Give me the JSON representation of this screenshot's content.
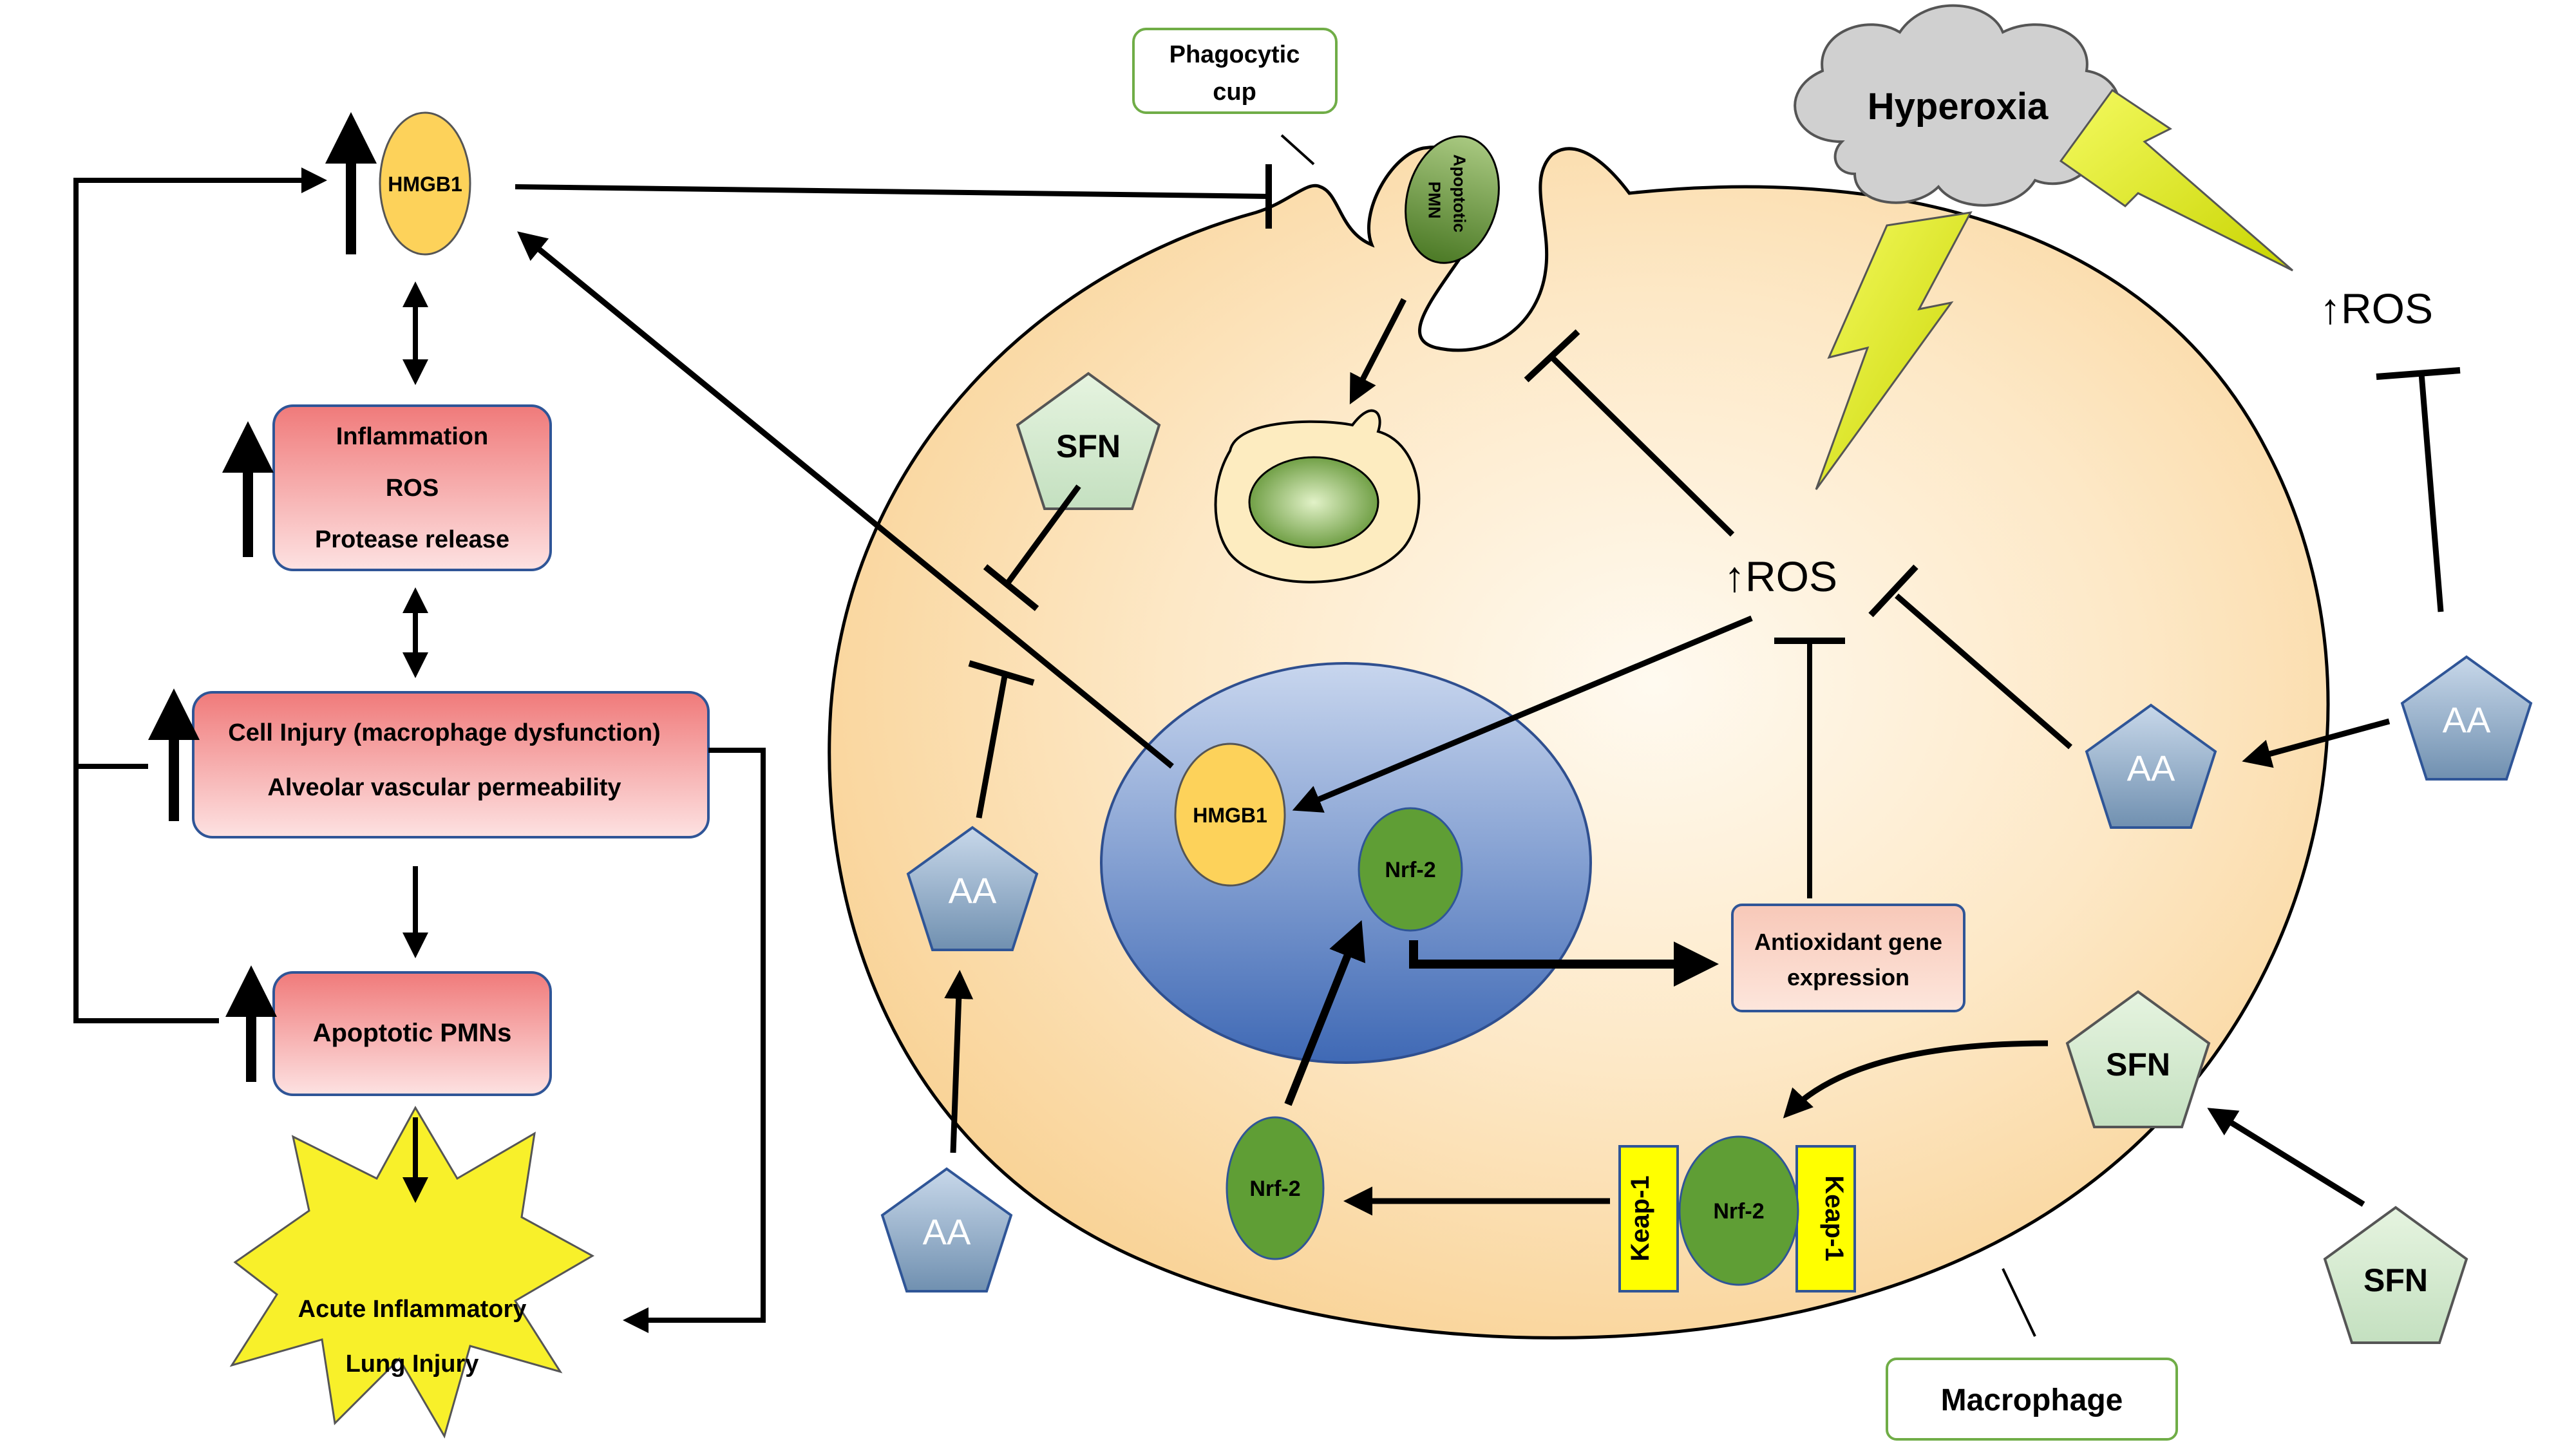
{
  "diagram": {
    "hmgb1": "HMGB1",
    "inflammation_box": {
      "line1": "Inflammation",
      "line2": "ROS",
      "line3": "Protease release"
    },
    "cell_injury_box": {
      "line1": "Cell Injury (macrophage dysfunction)",
      "line2": "Alveolar vascular permeability"
    },
    "apoptotic_pmns": "Apoptotic PMNs",
    "acute_injury": {
      "line1": "Acute Inflammatory",
      "line2": "Lung Injury"
    },
    "phagocytic_cup": {
      "line1": "Phagocytic",
      "line2": "cup"
    },
    "apoptotic_pmn": {
      "line1": "Apoptotic",
      "line2": "PMN"
    },
    "hyperoxia": "Hyperoxia",
    "ros": "↑ROS",
    "sfn": "SFN",
    "aa": "AA",
    "nrf2": "Nrf-2",
    "keap1": "Keap-1",
    "antioxidant": {
      "line1": "Antioxidant gene",
      "line2": "expression"
    },
    "macrophage": "Macrophage"
  },
  "colors": {
    "cell_fill": "#fbe3bc",
    "nucleus_fill": "#4f78bf",
    "hmgb1_fill": "#fdd25a",
    "green_fill": "#5f9e35",
    "pink_box": "#f08080",
    "pentagon_blue": "#7f9cb8",
    "pentagon_green": "#d6ecd2",
    "keap_fill": "#ffff00",
    "bolt_fill": "#e4f000",
    "cloud_fill": "#d0d0d0",
    "label_border": "#70ad47"
  }
}
